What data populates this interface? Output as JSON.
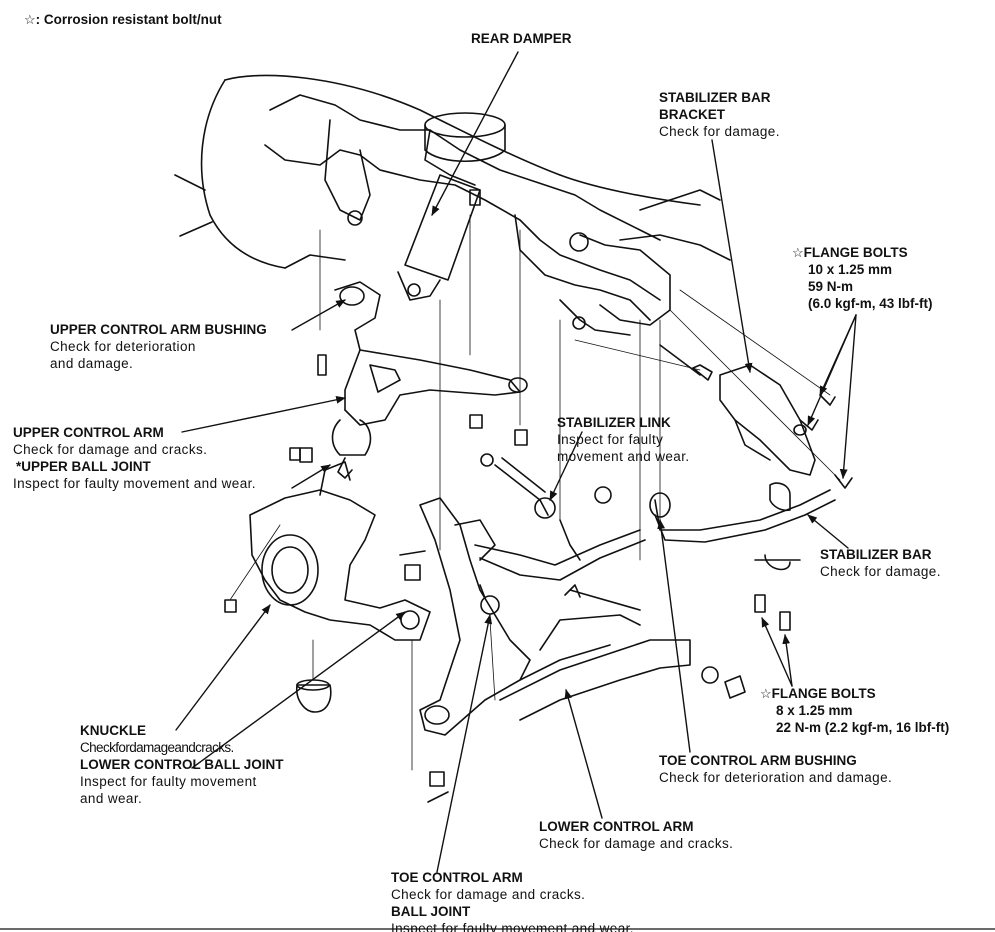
{
  "legend": {
    "symbol": "☆",
    "text": ": Corrosion resistant bolt/nut"
  },
  "labels": {
    "rear_damper": "REAR DAMPER",
    "stabilizer_bar_bracket": {
      "title1": "STABILIZER BAR",
      "title2": "BRACKET",
      "note": "Check for damage."
    },
    "flange_bolts_upper": {
      "symbol": "☆",
      "title": "FLANGE BOLTS",
      "spec1": "10 x 1.25 mm",
      "spec2": "59 N-m",
      "spec3": "(6.0 kgf-m, 43 lbf-ft)"
    },
    "upper_control_arm_bushing": {
      "title": "UPPER CONTROL ARM BUSHING",
      "note1": "Check for deterioration",
      "note2": "and damage."
    },
    "upper_control_arm": {
      "title": "UPPER CONTROL ARM",
      "note": "Check for damage and cracks."
    },
    "upper_ball_joint": {
      "title": "*UPPER BALL JOINT",
      "note": "Inspect for faulty movement and wear."
    },
    "stabilizer_link": {
      "title": "STABILIZER LINK",
      "note1": "Inspect for faulty",
      "note2": "movement and wear."
    },
    "stabilizer_bar": {
      "title": "STABILIZER BAR",
      "note": "Check for damage."
    },
    "flange_bolts_lower": {
      "symbol": "☆",
      "title": "FLANGE BOLTS",
      "spec1": "8 x 1.25 mm",
      "spec2": "22 N-m (2.2 kgf-m, 16 lbf-ft)"
    },
    "knuckle": {
      "title": "KNUCKLE",
      "note": "Checkfordamageandcracks."
    },
    "lower_control_ball_joint": {
      "title": "LOWER CONTROL BALL JOINT",
      "note1": "Inspect for faulty movement",
      "note2": "and wear."
    },
    "toe_control_arm_bushing": {
      "title": "TOE CONTROL ARM BUSHING",
      "note": "Check for deterioration and damage."
    },
    "lower_control_arm": {
      "title": "LOWER CONTROL ARM",
      "note": "Check for damage and cracks."
    },
    "toe_control_arm": {
      "title": "TOE CONTROL ARM",
      "note": "Check for damage and cracks."
    },
    "ball_joint": {
      "title": "BALL JOINT",
      "note": "Inspect for faulty movement and wear."
    }
  }
}
